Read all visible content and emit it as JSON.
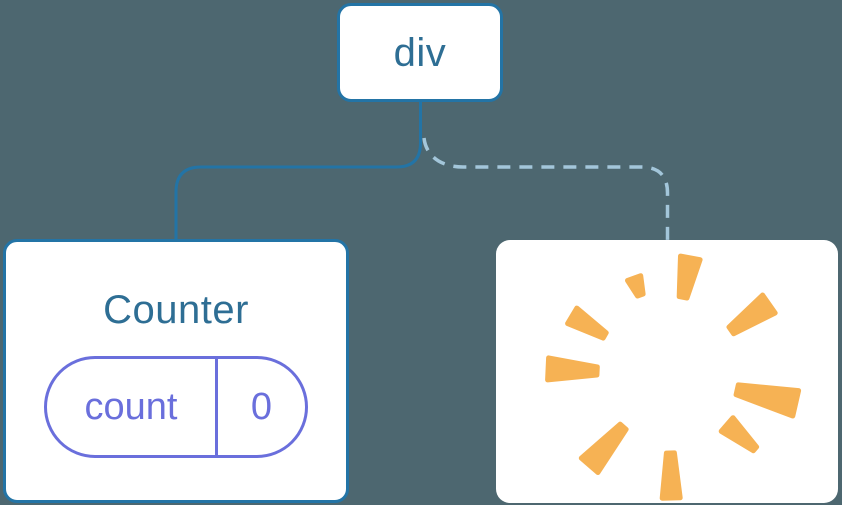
{
  "tree": {
    "root": {
      "label": "div"
    },
    "counter": {
      "title": "Counter",
      "state_key": "count",
      "state_value": "0"
    },
    "removed": {
      "icon": "poof-starburst-icon"
    }
  },
  "edges": [
    {
      "from": "div",
      "to": "Counter",
      "style": "solid"
    },
    {
      "from": "div",
      "to": "removed-node",
      "style": "dashed"
    }
  ],
  "colors": {
    "background": "#4d6770",
    "node_border": "#2374a6",
    "node_fill": "#ffffff",
    "label_text": "#2e6e94",
    "state_accent": "#6a6fdc",
    "edge_solid": "#2374a6",
    "edge_dashed": "#a3c6da",
    "starburst": "#f6b254"
  }
}
